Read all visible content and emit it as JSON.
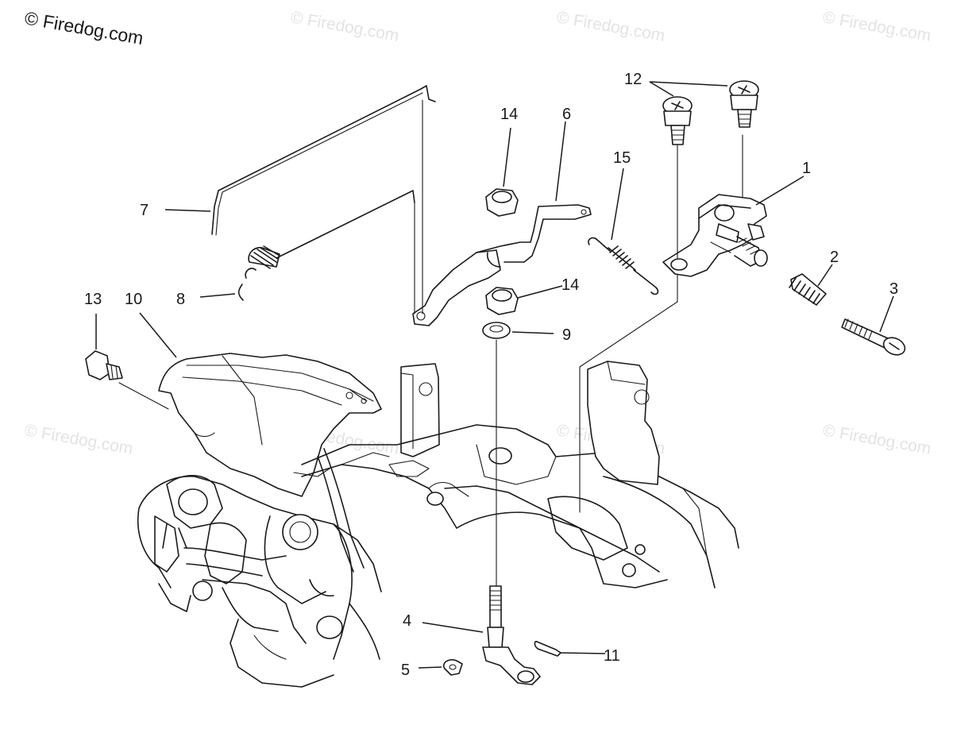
{
  "watermark": {
    "main_text": "© Firedog.com",
    "faint_text": "© Firedog.com"
  },
  "callouts": {
    "c1": "1",
    "c2": "2",
    "c3": "3",
    "c4": "4",
    "c5": "5",
    "c6": "6",
    "c7": "7",
    "c8": "8",
    "c9": "9",
    "c10": "10",
    "c11": "11",
    "c12": "12",
    "c13": "13",
    "c14a": "14",
    "c14b": "14",
    "c15": "15"
  }
}
